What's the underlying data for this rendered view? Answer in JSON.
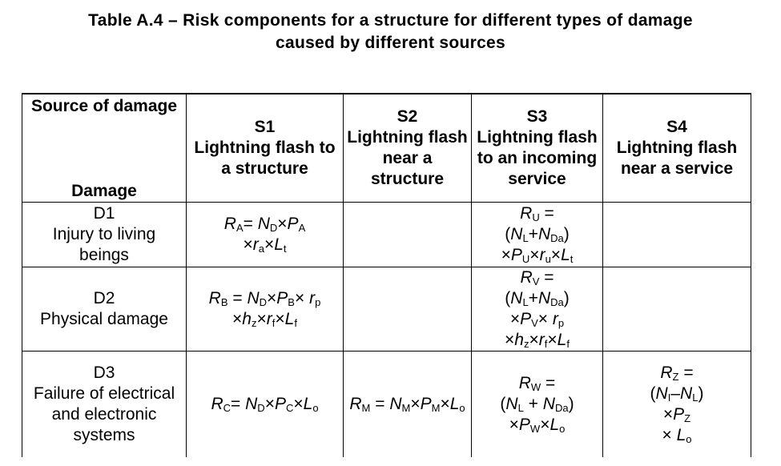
{
  "caption": {
    "line1": "Table A.4 – Risk components for a structure for different types of damage",
    "line2": "caused by different sources"
  },
  "header": {
    "source_of_damage": "Source of damage",
    "damage": "Damage",
    "columns": [
      {
        "code": "S1",
        "label": "Lightning flash to a structure"
      },
      {
        "code": "S2",
        "label": "Lightning flash near a structure"
      },
      {
        "code": "S3",
        "label": "Lightning flash to an incoming service"
      },
      {
        "code": "S4",
        "label": "Lightning flash near a service"
      }
    ]
  },
  "rows": [
    {
      "code": "D1",
      "label": "Injury to living beings",
      "s1": "RA= ND×PA ×ra×Lt",
      "s2": "",
      "s3": "RU = (NL+NDa) ×PU×ru×Lt",
      "s4": ""
    },
    {
      "code": "D2",
      "label": "Physical damage",
      "s1": "RB = ND×PB× rp ×hz×rf×Lf",
      "s2": "",
      "s3": "RV = (NL+NDa) ×PV× rp ×hz×rf×Lf",
      "s4": ""
    },
    {
      "code": "D3",
      "label": "Failure of electrical and electronic systems",
      "s1": "RC= ND×PC×Lo",
      "s2": "RM = NM×PM×Lo",
      "s3": "RW = (NL + NDa) ×PW×Lo",
      "s4": "RZ = (NI–NL) ×PZ × Lo"
    }
  ]
}
